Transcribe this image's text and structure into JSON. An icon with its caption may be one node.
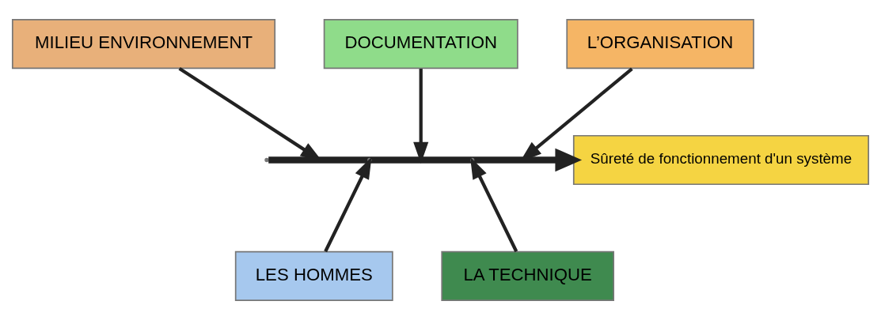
{
  "diagram": {
    "nodes": [
      {
        "text": [
          "MILIEU ENVIRONNEMENT"
        ]
      },
      {
        "text": [
          "DOCUMENTATION"
        ]
      },
      {
        "text": [
          "L’ORGANISATION"
        ]
      },
      {
        "text": [
          "Sûreté de fonctionnement d'un système"
        ]
      },
      {
        "text": [
          "LES HOMMES"
        ]
      },
      {
        "text": [
          "LA TECHNIQUE"
        ]
      }
    ],
    "edges": [
      {
        "from": null,
        "to": 3,
        "arrow": "to",
        "style": "thick"
      },
      {
        "from": 0,
        "to": null,
        "arrow": "to"
      },
      {
        "from": 1,
        "to": null,
        "arrow": "to"
      },
      {
        "from": 2,
        "to": null,
        "arrow": "to"
      },
      {
        "from": 4,
        "to": null,
        "arrow": "to"
      },
      {
        "from": 5,
        "to": null,
        "arrow": "to"
      }
    ]
  }
}
